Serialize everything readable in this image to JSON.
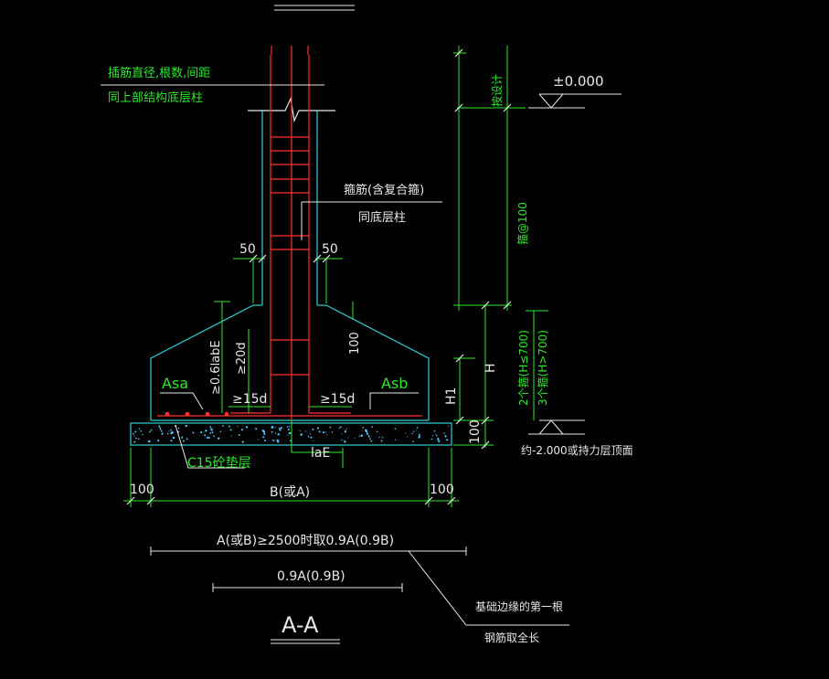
{
  "drawing": {
    "section_title": "A-A",
    "colors": {
      "background": "#000000",
      "concrete_outline": "#2fd0d0",
      "rebar": "#ff3030",
      "dimension": "#2ee82e",
      "text_white": "#e8e8e8",
      "leader": "#e8e8e8",
      "speckle": "#4ec9ff"
    },
    "annotations": {
      "dowel_note_line1": "插筋直径,根数,间距",
      "dowel_note_line2": "同上部结构底层柱",
      "stirrup_note_line1": "箍筋(含复合箍)",
      "stirrup_note_line2": "同底层柱",
      "cushion_layer": "C15砼垫层",
      "rebar_asa": "Asa",
      "rebar_asb": "Asb",
      "edge_note_line1": "基础边缘的第一根",
      "edge_note_line2": "钢筋取全长"
    },
    "dimensions": {
      "offset_left": "50",
      "offset_right": "50",
      "anchor_06": "≥0.6labE",
      "anchor_20d": "≥20d",
      "hook_left": "≥15d",
      "hook_right": "≥15d",
      "slope_100": "100",
      "lae": "laE",
      "pad_left": "100",
      "pad_right": "100",
      "width_b": "B(或A)",
      "cushion_thk": "100",
      "h1": "H1",
      "h": "H",
      "rule_long": "A(或B)≥2500时取0.9A(0.9B)",
      "rule_short": "0.9A(0.9B)"
    },
    "right_column": {
      "level_zero": "±0.000",
      "level_bottom": "约-2.000或持力层顶面",
      "label_floor": "按设计",
      "label_stirrup": "箍@100",
      "label_two": "2个箍(H≤700)",
      "label_three": "3个箍(H>700)"
    }
  }
}
